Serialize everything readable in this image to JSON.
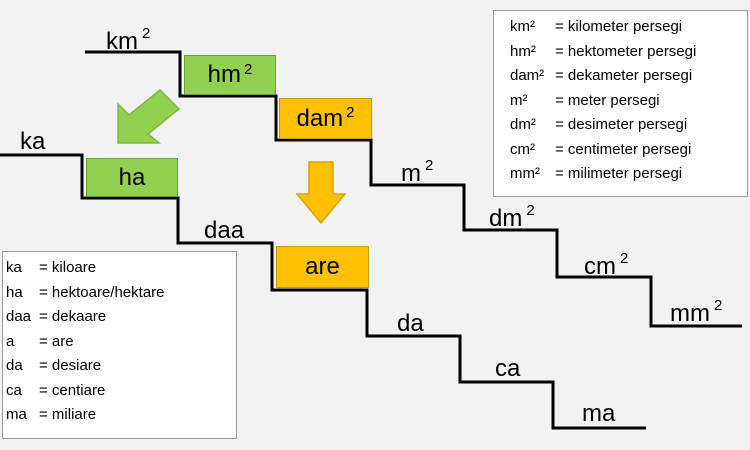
{
  "colors": {
    "green": "#92d050",
    "orange": "#ffc000",
    "background": "#f2f2f2"
  },
  "area_units": {
    "km": {
      "text": "km",
      "sup": "2"
    },
    "hm": {
      "text": "hm",
      "sup": "2"
    },
    "dam": {
      "text": "dam",
      "sup": "2"
    },
    "m": {
      "text": "m",
      "sup": "2"
    },
    "dm": {
      "text": "dm",
      "sup": "2"
    },
    "cm": {
      "text": "cm",
      "sup": "2"
    },
    "mm": {
      "text": "mm",
      "sup": "2"
    }
  },
  "are_units": {
    "ka": "ka",
    "ha": "ha",
    "daa": "daa",
    "are": "are",
    "da": "da",
    "ca": "ca",
    "ma": "ma"
  },
  "legend_area": [
    {
      "unit": "km²",
      "desc": "= kilometer persegi"
    },
    {
      "unit": "hm²",
      "desc": "= hektometer persegi"
    },
    {
      "unit": "dam²",
      "desc": "= dekameter persegi"
    },
    {
      "unit": "m²",
      "desc": "= meter persegi"
    },
    {
      "unit": "dm²",
      "desc": "= desimeter persegi"
    },
    {
      "unit": "cm²",
      "desc": "= centimeter persegi"
    },
    {
      "unit": "mm²",
      "desc": "= milimeter persegi"
    }
  ],
  "legend_are": [
    {
      "unit": "ka",
      "desc": "= kiloare"
    },
    {
      "unit": "ha",
      "desc": "= hektoare/hektare"
    },
    {
      "unit": "daa",
      "desc": "= dekaare"
    },
    {
      "unit": "a",
      "desc": "= are"
    },
    {
      "unit": "da",
      "desc": "= desiare"
    },
    {
      "unit": "ca",
      "desc": "= centiare"
    },
    {
      "unit": "ma",
      "desc": "= miliare"
    }
  ]
}
